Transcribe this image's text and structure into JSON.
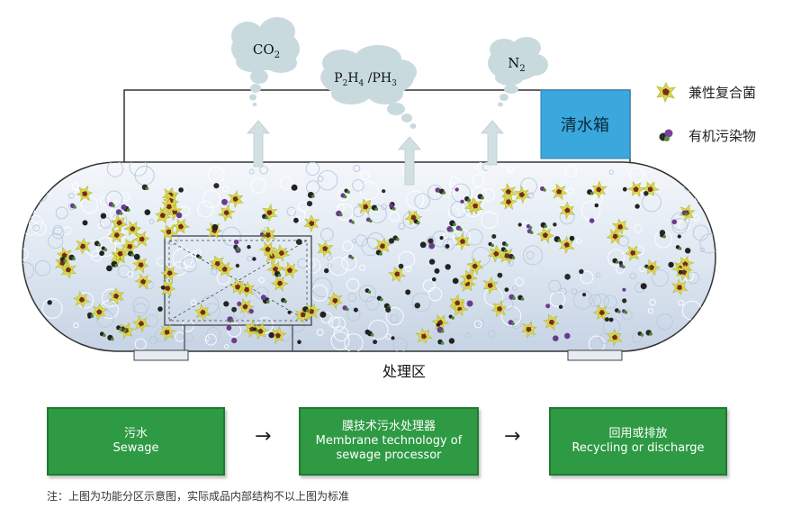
{
  "gases": [
    {
      "id": "co2",
      "formula": "CO",
      "sub": "2"
    },
    {
      "id": "p2h4",
      "formula_html": true,
      "parts": [
        "P",
        "2",
        "H",
        "4",
        " /PH",
        "3"
      ]
    },
    {
      "id": "n2",
      "formula": "N",
      "sub": "2"
    }
  ],
  "clear_water_tank_label": "清水箱",
  "legend": [
    {
      "name": "兼性复合菌",
      "icon": "bacteria-icon"
    },
    {
      "name": "有机污染物",
      "icon": "pollutant-icon"
    }
  ],
  "treatment_zone_label": "处理区",
  "flow": [
    {
      "zh": "污水",
      "en": "Sewage"
    },
    {
      "zh": "膜技术污水处理器",
      "en": "Membrane technology of sewage processor"
    },
    {
      "zh": "回用或排放",
      "en": "Recycling or discharge"
    }
  ],
  "flow_arrow": "→",
  "note": "注：上图为功能分区示意图，实际成品内部结构不以上图为标准",
  "colors": {
    "tank_outline": "#333333",
    "water_light": "#e9eff6",
    "water_blue": "#c7d5e6",
    "clear_tank": "#3aa7dd",
    "cloud": "#c9dadf",
    "arrow": "#d2e0e4",
    "bacteria": "#d8d94a",
    "flow_box": "#2e9a44"
  }
}
